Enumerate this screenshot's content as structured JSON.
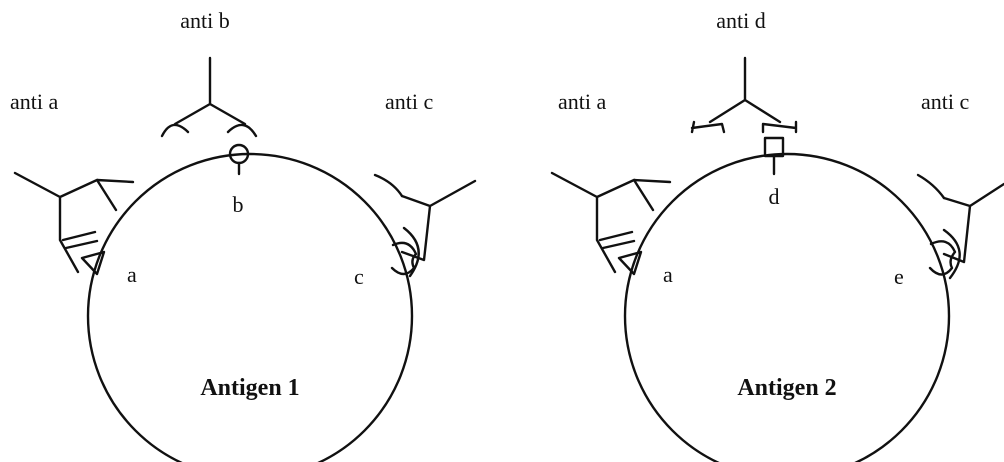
{
  "colors": {
    "ink": "#111111",
    "background": "#ffffff"
  },
  "panels": [
    {
      "title": "Antigen 1",
      "antibody_labels": {
        "left": "anti a",
        "top": "anti b",
        "right": "anti c"
      },
      "epitope_labels": {
        "left": "a",
        "top": "b",
        "right": "c"
      },
      "epitope_shapes": {
        "top": "circle",
        "left": "triangle",
        "right": "notched-blob"
      }
    },
    {
      "title": "Antigen 2",
      "antibody_labels": {
        "left": "anti a",
        "top": "anti d",
        "right": "anti c"
      },
      "epitope_labels": {
        "left": "a",
        "top": "d",
        "right": "e"
      },
      "epitope_shapes": {
        "top": "square",
        "left": "triangle",
        "right": "notched-blob"
      }
    }
  ]
}
